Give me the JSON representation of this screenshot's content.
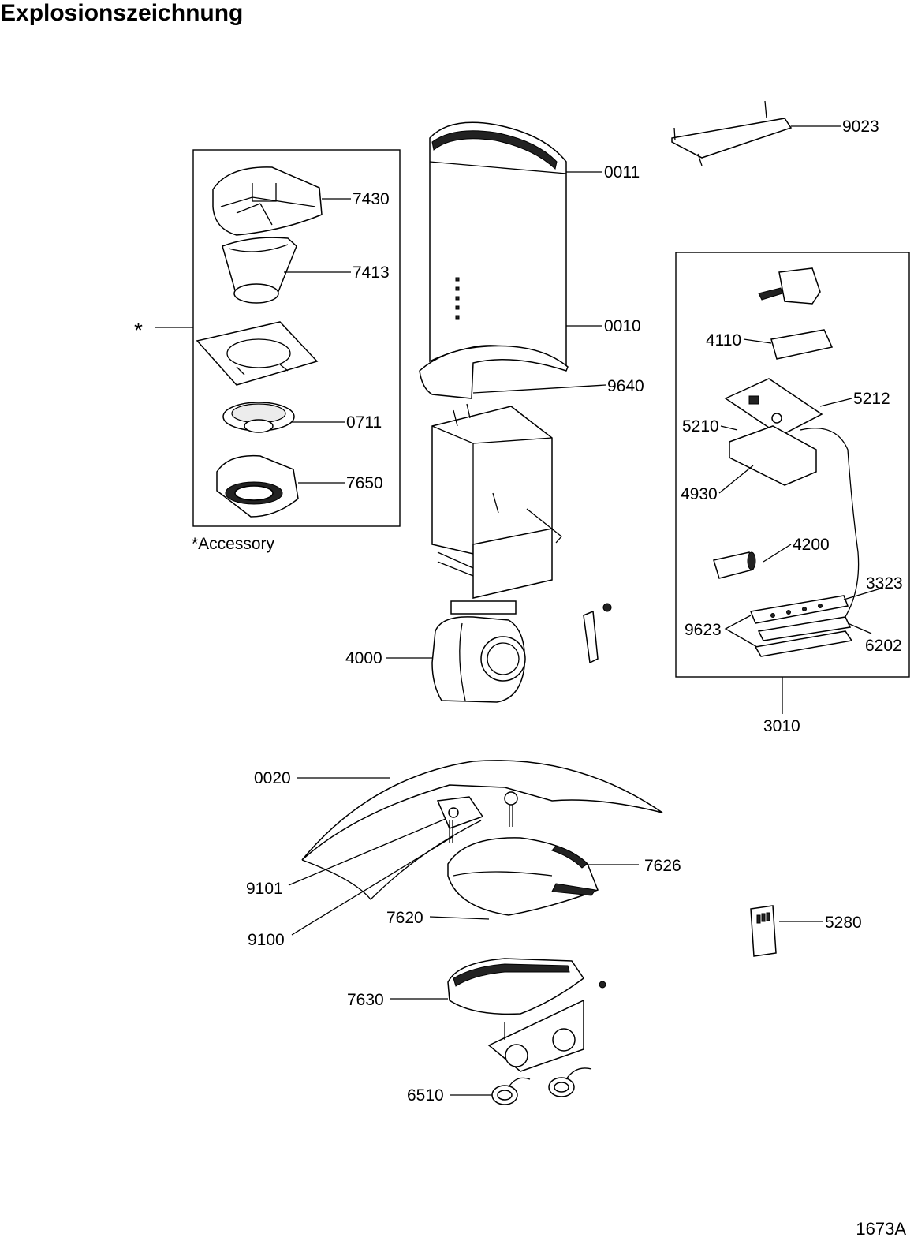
{
  "title": "Explosionszeichnung",
  "doc_id": "1673A",
  "accessory_marker": "*",
  "accessory_note": "*Accessory",
  "parts": {
    "p9023": "9023",
    "p0011": "0011",
    "p7430": "7430",
    "p7413": "7413",
    "p0010": "0010",
    "p4110": "4110",
    "p9640": "9640",
    "p5212": "5212",
    "p5210": "5210",
    "p0711": "0711",
    "p7650": "7650",
    "p4930": "4930",
    "p4200": "4200",
    "p3323": "3323",
    "p9623": "9623",
    "p6202": "6202",
    "p4000": "4000",
    "p3010": "3010",
    "p0020": "0020",
    "p7626": "7626",
    "p9101": "9101",
    "p9100": "9100",
    "p7620": "7620",
    "p5280": "5280",
    "p7630": "7630",
    "p6510": "6510"
  }
}
